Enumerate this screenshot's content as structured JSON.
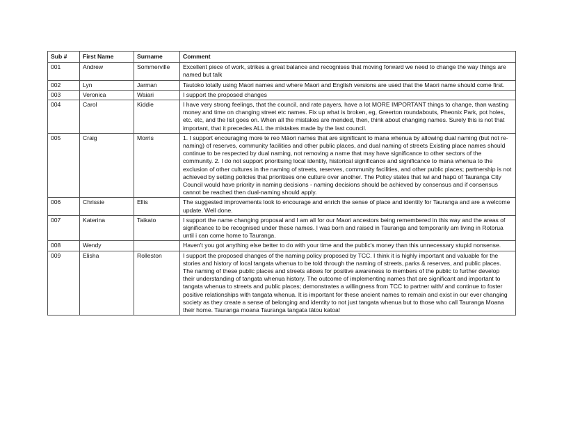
{
  "headers": {
    "sub": "Sub #",
    "first_name": "First Name",
    "surname": "Surname",
    "comment": "Comment"
  },
  "rows": [
    {
      "sub": "001",
      "first_name": "Andrew",
      "surname": "Sommerville",
      "comment": "Excellent piece of work, strikes a great balance and recognises that moving forward we need to change the way things are named but talk"
    },
    {
      "sub": "002",
      "first_name": "Lyn",
      "surname": "Jarman",
      "comment": "Tautoko totally using Maori names and where Maori and English versions are used that the Maori name should come first."
    },
    {
      "sub": "003",
      "first_name": "Veronica",
      "surname": "Waiari",
      "comment": "I support the proposed changes"
    },
    {
      "sub": "004",
      "first_name": "Carol",
      "surname": "Kiddie",
      "comment": "I have very strong feelings, that the council, and rate payers, have a lot MORE IMPORTANT things to change, than wasting money and time on changing street etc names. Fix up what is broken, eg, Greerton roundabouts, Pheonix Park, pot holes, etc. etc, and the list goes on. When all the mistakes are mended, then, think about changing names. Surely this is not that important, that it precedes ALL the mistakes made by the last council."
    },
    {
      "sub": "005",
      "first_name": "Craig",
      "surname": "Morris",
      "comment": "1. I support encouraging more te reo Māori names that are significant to mana whenua by allowing dual naming (but not re-naming) of reserves, community facilities and other public places, and dual naming of streets Existing place names should continue to be respected by dual naming, not removing a name that may have significance to other sectors of the community. 2. I do not support prioritising local identity, historical significance and significance to mana whenua to the exclusion of other cultures in the naming of streets, reserves, community facilities, and other public places; partnership is not achieved by setting policies that prioritises one culture over another. The Policy states that iwi and hapū of Tauranga City Council would have priority in naming decisions - naming decisions should be achieved by consensus and if consensus cannot be reached then dual-naming should apply."
    },
    {
      "sub": "006",
      "first_name": "Chrissie",
      "surname": "Ellis",
      "comment": "The suggested improvements look to encourage and enrich the sense of place and identity for Tauranga and are a welcome update. Well done."
    },
    {
      "sub": "007",
      "first_name": "Katerina",
      "surname": "Taikato",
      "comment": "I support the name changing proposal and I am all for our Maori ancestors being remembered in this way and the areas of significance to be recognised under these names. I was born and raised in Tauranga and temporarily am living in Rotorua until i can come home to Tauranga."
    },
    {
      "sub": "008",
      "first_name": "Wendy",
      "surname": "",
      "comment": "Haven't you got anything else better to do with your time and the public's money than this unnecessary stupid nonsense."
    },
    {
      "sub": "009",
      "first_name": "Elisha",
      "surname": "Rolleston",
      "comment": "I support the proposed changes of the naming policy proposed by TCC. I think it is highly important and valuable for the stories and history of local tangata whenua to be told through the naming of streets, parks & reserves, and public places. The naming of these public places and streets allows for positive awareness to members of the public to further develop their understanding of tangata whenua history. The outcome of implementing names that are significant and important to tangata whenua to streets and public places; demonstrates a willingness from TCC to partner with/ and continue to foster positive relationships with tangata whenua. It is important for these ancient names to remain and exist in our ever changing society as they create a sense of belonging and identity to not just tangata whenua but to those who call Tauranga Moana their home. Tauranga moana Tauranga tangata tātou katoa!"
    }
  ]
}
